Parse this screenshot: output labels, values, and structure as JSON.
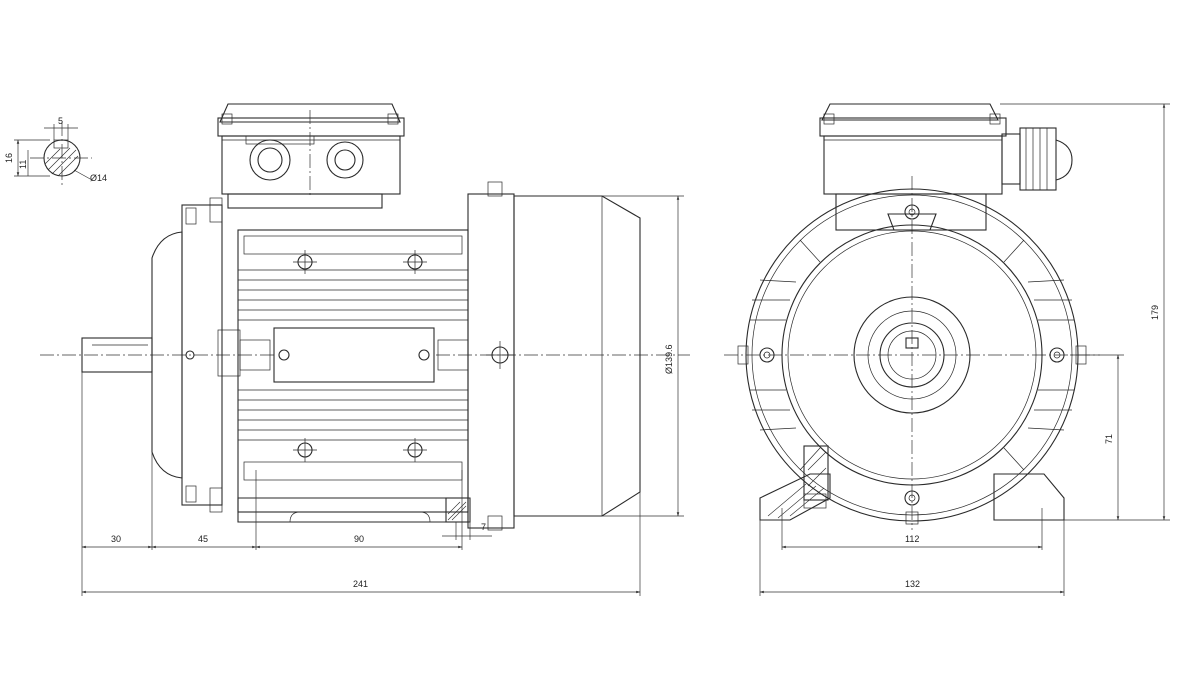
{
  "detail": {
    "key_width": "5",
    "shaft_height": "16",
    "key_depth": "11",
    "shaft_diameter": "Ø14"
  },
  "side_view": {
    "shaft_length": "30",
    "shoulder_to_foot": "45",
    "foot_hole_spacing": "90",
    "foot_hole_width": "7",
    "overall_length": "241",
    "housing_diameter": "Ø139.6"
  },
  "front_view": {
    "foot_hole_spacing": "112",
    "foot_width": "132",
    "overall_height": "179",
    "shaft_center_height": "71"
  },
  "colors": {
    "line": "#2a2a2a",
    "background": "#ffffff"
  }
}
